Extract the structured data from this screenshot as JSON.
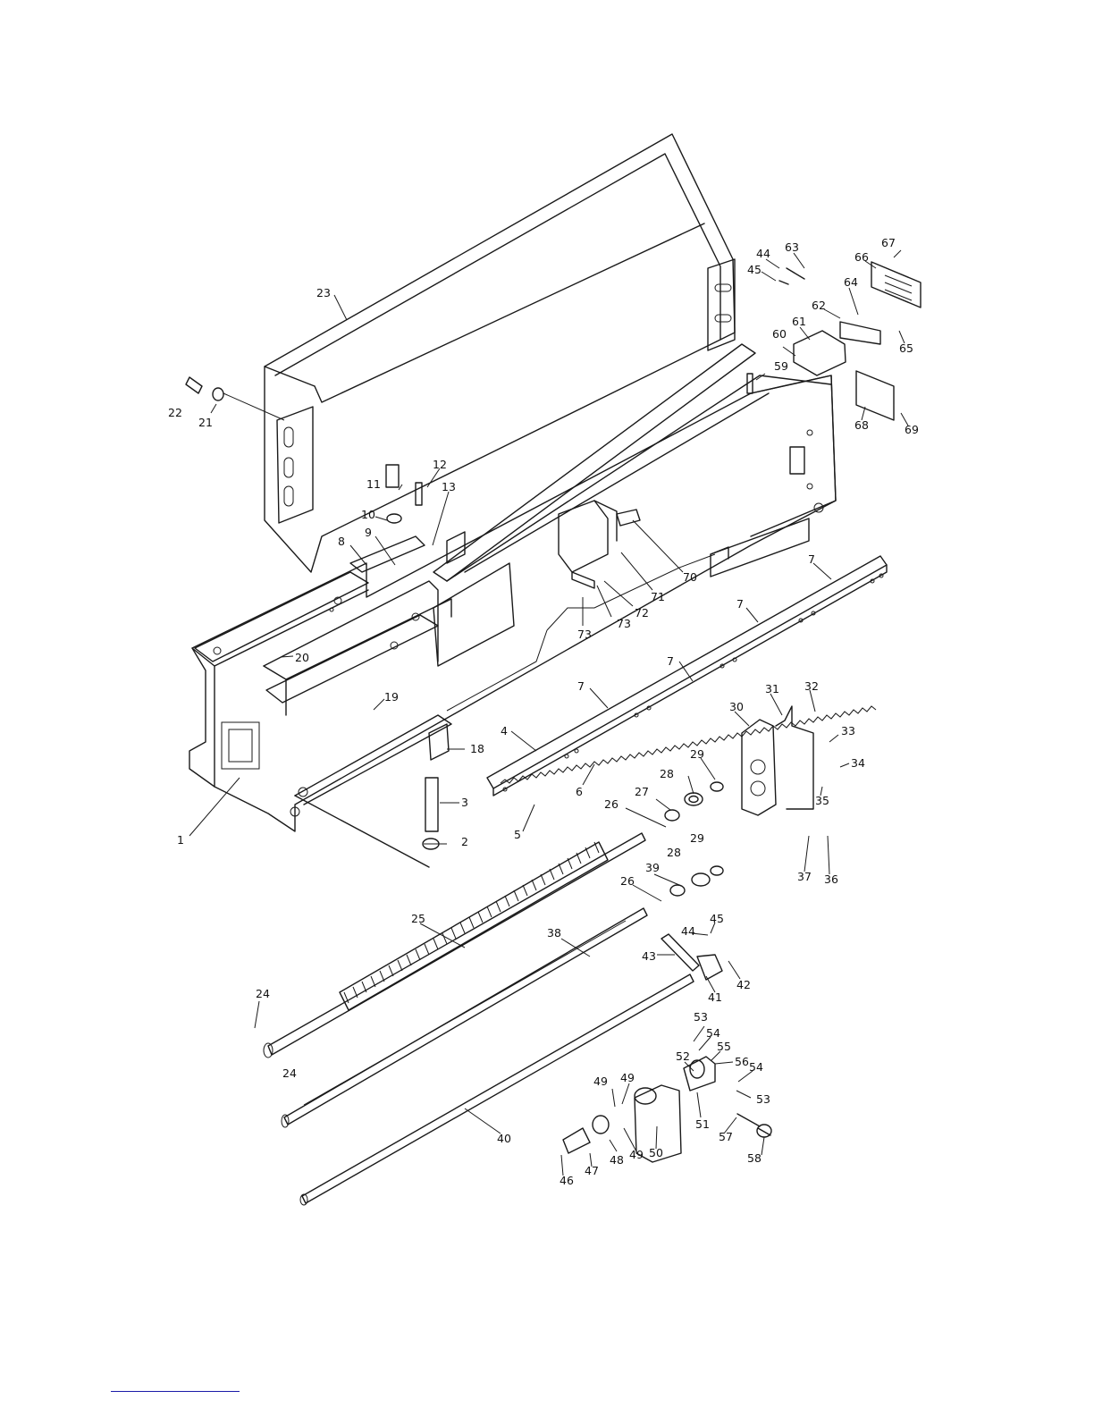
{
  "diagram": {
    "part_labels": [
      "1",
      "2",
      "3",
      "4",
      "5",
      "6",
      "7",
      "8",
      "9",
      "10",
      "11",
      "12",
      "13",
      "18",
      "19",
      "20",
      "21",
      "22",
      "23",
      "24",
      "25",
      "26",
      "27",
      "28",
      "29",
      "30",
      "31",
      "32",
      "33",
      "34",
      "35",
      "36",
      "37",
      "38",
      "39",
      "40",
      "41",
      "42",
      "43",
      "44",
      "45",
      "46",
      "47",
      "48",
      "49",
      "50",
      "51",
      "52",
      "53",
      "54",
      "55",
      "56",
      "57",
      "58",
      "59",
      "60",
      "61",
      "62",
      "63",
      "64",
      "65",
      "66",
      "67",
      "68",
      "69",
      "70",
      "71",
      "72",
      "73"
    ]
  }
}
